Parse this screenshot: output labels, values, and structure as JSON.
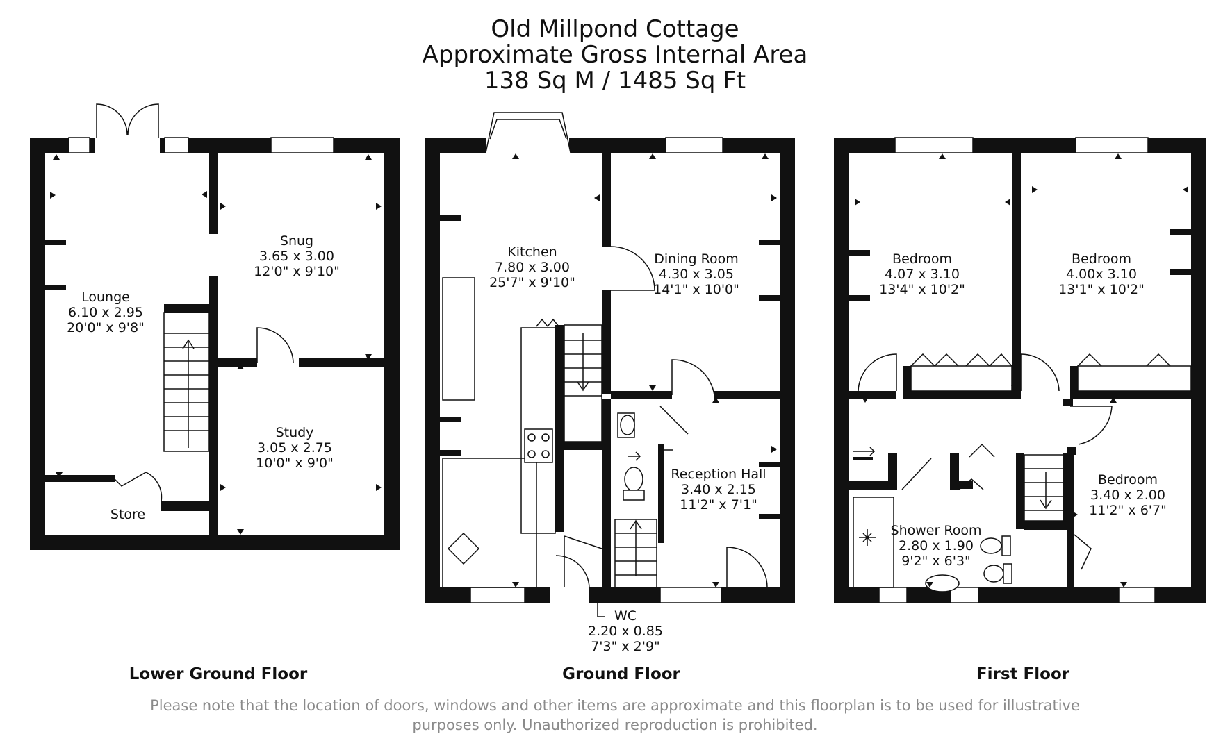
{
  "header": {
    "title": "Old Millpond Cottage",
    "subtitle": "Approximate Gross Internal Area",
    "area": "138 Sq M / 1485 Sq Ft"
  },
  "floors": {
    "lower_ground": {
      "label": "Lower Ground Floor",
      "rooms": {
        "lounge": {
          "name": "Lounge",
          "metric": "6.10 x 2.95",
          "imperial": "20'0\" x 9'8\""
        },
        "snug": {
          "name": "Snug",
          "metric": "3.65 x 3.00",
          "imperial": "12'0\" x 9'10\""
        },
        "study": {
          "name": "Study",
          "metric": "3.05 x 2.75",
          "imperial": "10'0\" x 9'0\""
        },
        "store": {
          "name": "Store"
        }
      }
    },
    "ground": {
      "label": "Ground Floor",
      "rooms": {
        "kitchen": {
          "name": "Kitchen",
          "metric": "7.80 x 3.00",
          "imperial": "25'7\" x 9'10\""
        },
        "dining": {
          "name": "Dining Room",
          "metric": "4.30 x 3.05",
          "imperial": "14'1\" x 10'0\""
        },
        "reception": {
          "name": "Reception Hall",
          "metric": "3.40 x 2.15",
          "imperial": "11'2\" x 7'1\""
        },
        "wc": {
          "name": "WC",
          "metric": "2.20 x 0.85",
          "imperial": "7'3\" x 2'9\""
        }
      }
    },
    "first": {
      "label": "First Floor",
      "rooms": {
        "bedroom1": {
          "name": "Bedroom",
          "metric": "4.07 x 3.10",
          "imperial": "13'4\" x 10'2\""
        },
        "bedroom2": {
          "name": "Bedroom",
          "metric": "4.00x 3.10",
          "imperial": "13'1\" x 10'2\""
        },
        "bedroom3": {
          "name": "Bedroom",
          "metric": "3.40 x 2.00",
          "imperial": "11'2\" x 6'7\""
        },
        "shower": {
          "name": "Shower Room",
          "metric": "2.80 x 1.90",
          "imperial": "9'2\" x 6'3\""
        }
      }
    }
  },
  "disclaimer": {
    "line1": "Please note that the location of doors, windows and other items are approximate and this floorplan is to be used for illustrative",
    "line2": "purposes only. Unauthorized reproduction is prohibited."
  }
}
